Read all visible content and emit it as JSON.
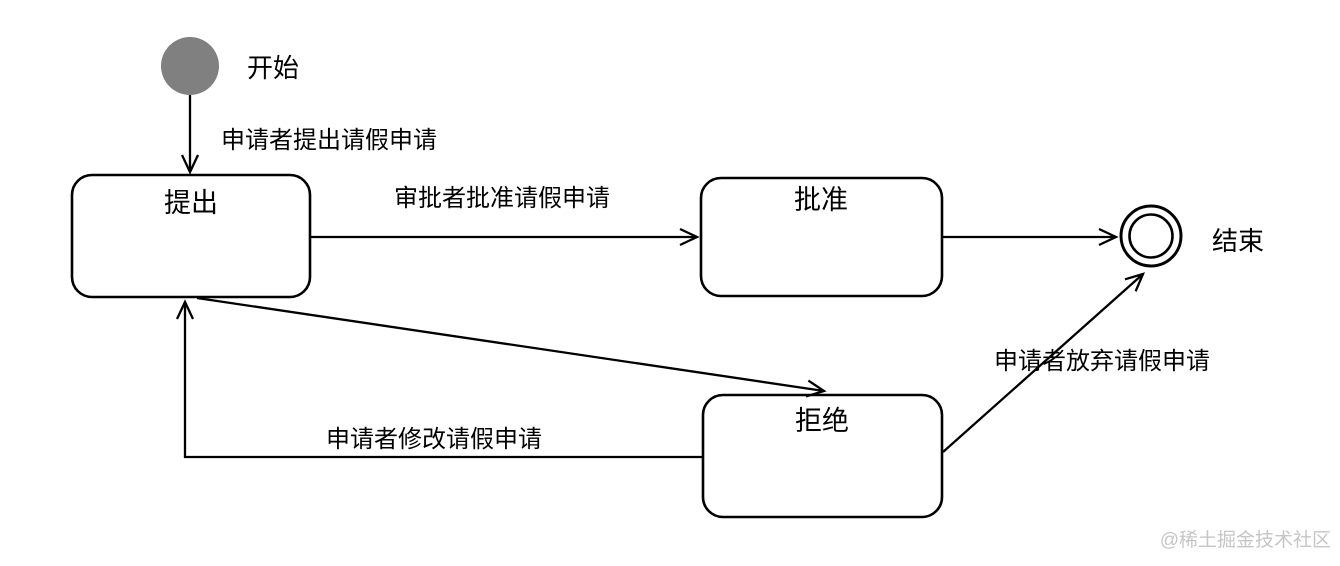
{
  "diagram": {
    "type": "uml-state-diagram",
    "topic": "leave-request-workflow",
    "states": {
      "start": {
        "label": "开始",
        "kind": "initial"
      },
      "submit": {
        "label": "提出",
        "kind": "state"
      },
      "approve": {
        "label": "批准",
        "kind": "state"
      },
      "reject": {
        "label": "拒绝",
        "kind": "state"
      },
      "end": {
        "label": "结束",
        "kind": "final"
      }
    },
    "transitions": [
      {
        "from": "start",
        "to": "submit",
        "label": "申请者提出请假申请"
      },
      {
        "from": "submit",
        "to": "approve",
        "label": "审批者批准请假申请"
      },
      {
        "from": "approve",
        "to": "end",
        "label": ""
      },
      {
        "from": "submit",
        "to": "reject",
        "label": ""
      },
      {
        "from": "reject",
        "to": "submit",
        "label": "申请者修改请假申请"
      },
      {
        "from": "reject",
        "to": "end",
        "label": "申请者放弃请假申请"
      }
    ],
    "colors": {
      "line": "#000000",
      "start_fill": "#808080",
      "state_fill": "#ffffff",
      "state_border": "#000000",
      "watermark": "#c6c6c6"
    },
    "watermark": "@稀土掘金技术社区"
  }
}
